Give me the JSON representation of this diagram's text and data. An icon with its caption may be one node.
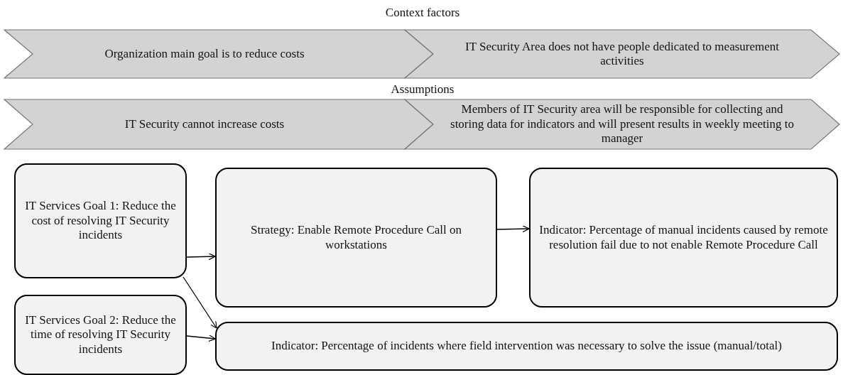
{
  "diagram": {
    "nodes": [
      {
        "text": [
          "Organization main goal is to reduce costs"
        ]
      },
      {
        "text": [
          "IT Security Area does not have people dedicated to measurement activities"
        ]
      },
      {
        "text": [
          "IT Security cannot increase costs"
        ]
      },
      {
        "text": [
          "Members of IT Security area will be responsible for collecting and storing data for indicators and will present results in weekly meeting to manager"
        ]
      },
      {
        "text": [
          "IT Services Goal 1: Reduce the cost of resolving IT Security incidents"
        ]
      },
      {
        "text": [
          "Strategy: Enable Remote Procedure Call on workstations"
        ]
      },
      {
        "text": [
          "Indicator: Percentage of manual incidents caused by remote resolution fail due to not enable Remote Procedure Call"
        ]
      },
      {
        "text": [
          "IT Services Goal 2: Reduce the time of resolving IT Security incidents"
        ]
      },
      {
        "text": [
          "Indicator: Percentage of incidents where field intervention was necessary to solve the issue (manual/total)"
        ]
      }
    ],
    "edges": [
      {
        "from": 4,
        "to": 5,
        "arrow": "to"
      },
      {
        "from": 5,
        "to": 6,
        "arrow": "to"
      },
      {
        "from": 4,
        "to": 8,
        "arrow": "to"
      },
      {
        "from": 7,
        "to": 8,
        "arrow": "to"
      }
    ],
    "labels": [
      "Context factors",
      "Assumptions"
    ]
  }
}
